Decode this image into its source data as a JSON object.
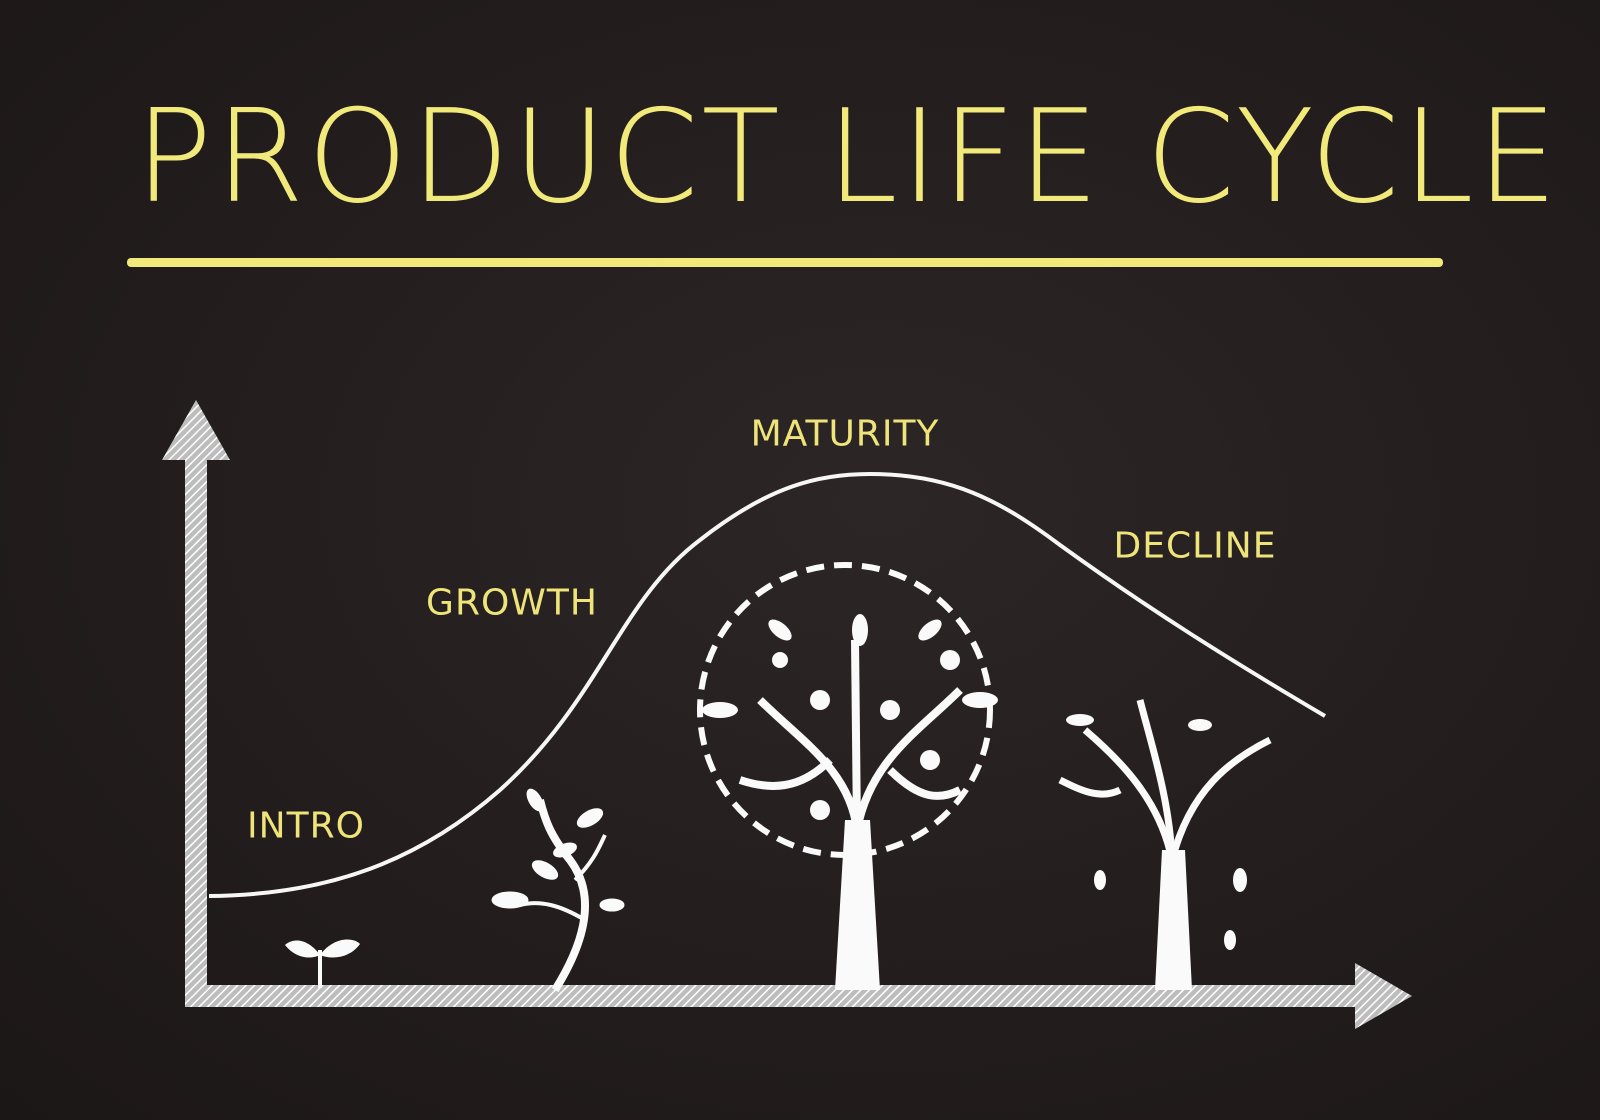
{
  "title": "PRODUCT LIFE CYCLE",
  "stages": [
    "INTRO",
    "GROWTH",
    "MATURITY",
    "DECLINE"
  ],
  "colors": {
    "background": "#221c1c",
    "accent": "#f1e97a",
    "chalk": "#f4f4f4"
  }
}
